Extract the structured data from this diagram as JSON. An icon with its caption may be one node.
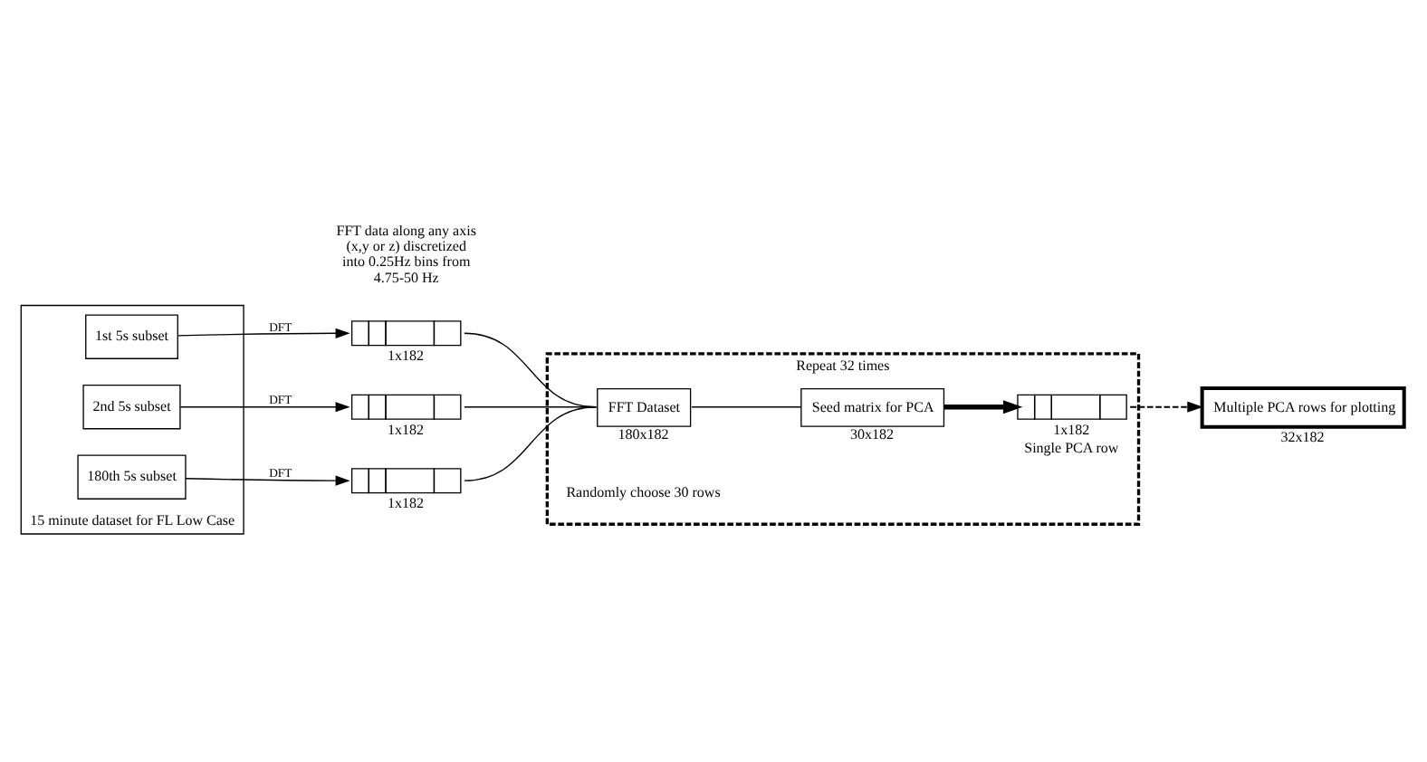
{
  "diagram": {
    "nodes": [
      {
        "text": [
          "15 minute dataset for FL Low Case"
        ]
      },
      {
        "text": [
          "1st 5s subset"
        ],
        "in": 0
      },
      {
        "text": [
          "2nd 5s subset"
        ],
        "in": 0
      },
      {
        "text": [
          "180th 5s subset"
        ],
        "in": 0
      },
      {
        "text": [],
        "shape": "bar",
        "beside": [
          "1x182"
        ]
      },
      {
        "text": [],
        "shape": "bar",
        "beside": [
          "1x182"
        ]
      },
      {
        "text": [],
        "shape": "bar",
        "beside": [
          "1x182"
        ]
      },
      {
        "text": [
          "Repeat 32 times"
        ]
      },
      {
        "text": [
          "FFT Dataset"
        ],
        "in": 7,
        "beside": [
          "180x182"
        ]
      },
      {
        "text": [
          "Seed matrix for PCA"
        ],
        "in": 7,
        "beside": [
          "30x182"
        ]
      },
      {
        "text": [],
        "shape": "bar",
        "in": 7,
        "beside": [
          "1x182",
          "Single PCA row"
        ]
      },
      {
        "text": [
          "Multiple PCA rows for plotting"
        ],
        "beside": [
          "32x182"
        ]
      }
    ],
    "edges": [
      {
        "from": 1,
        "to": 4,
        "arrow": "to",
        "label": "DFT"
      },
      {
        "from": 2,
        "to": 5,
        "arrow": "to",
        "label": "DFT"
      },
      {
        "from": 3,
        "to": 6,
        "arrow": "to",
        "label": "DFT"
      },
      {
        "from": 4,
        "to": 8,
        "arrow": "none"
      },
      {
        "from": 5,
        "to": 8,
        "arrow": "none"
      },
      {
        "from": 6,
        "to": 8,
        "arrow": "none"
      },
      {
        "from": 8,
        "to": 9,
        "arrow": "none"
      },
      {
        "from": 9,
        "to": 10,
        "arrow": "to",
        "style": "thick"
      },
      {
        "from": 10,
        "to": 11,
        "arrow": "to",
        "style": "dashed"
      }
    ],
    "labels": [
      "FFT data along any axis (x,y or z) discretized into 0.25Hz bins from 4.75-50 Hz",
      "Randomly choose 30 rows"
    ]
  }
}
